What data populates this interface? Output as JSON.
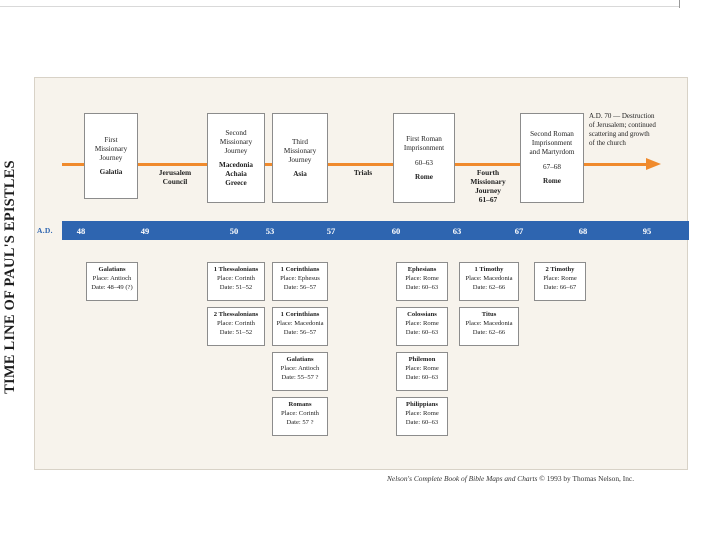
{
  "side_title": "TIME LINE OF PAUL'S EPISTLES",
  "events": [
    {
      "id": "first-missionary-journey",
      "title": "First\nMissionary\nJourney",
      "sub": "Galatia"
    },
    {
      "id": "second-missionary-journey",
      "title": "Second\nMissionary\nJourney",
      "sub": "Macedonia\nAchaia\nGreece"
    },
    {
      "id": "third-missionary-journey",
      "title": "Third\nMissionary\nJourney",
      "sub": "Asia"
    },
    {
      "id": "first-roman-imprisonment",
      "title": "First Roman\nImprisonment",
      "years": "60–63",
      "sub": "Rome"
    },
    {
      "id": "second-roman-imprisonment",
      "title": "Second Roman\nImprisonment\nand Martyrdom",
      "years": "67–68",
      "sub": "Rome"
    }
  ],
  "between_labels": {
    "jerusalem_council": "Jerusalem\nCouncil",
    "trials": "Trials",
    "fourth_journey": "Fourth\nMissionary\nJourney\n61–67"
  },
  "end_note": "A.D. 70 — Destruction\nof Jerusalem; continued\nscattering and growth\nof the church",
  "axis": {
    "era_label": "A.D.",
    "years": [
      "48",
      "49",
      "50",
      "53",
      "57",
      "60",
      "63",
      "67",
      "68",
      "95"
    ]
  },
  "epistles": [
    {
      "id": "galatians-1",
      "name": "Galatians",
      "place": "Place: Antioch",
      "date": "Date: 48–49 (?)"
    },
    {
      "id": "1-thessalonians",
      "name": "1 Thessalonians",
      "place": "Place: Corinth",
      "date": "Date: 51–52"
    },
    {
      "id": "2-thessalonians",
      "name": "2 Thessalonians",
      "place": "Place: Corinth",
      "date": "Date: 51–52"
    },
    {
      "id": "1-corinthians-a",
      "name": "1 Corinthians",
      "place": "Place: Ephesus",
      "date": "Date: 56–57"
    },
    {
      "id": "1-corinthians-b",
      "name": "1 Corinthians",
      "place": "Place: Macedonia",
      "date": "Date: 56–57"
    },
    {
      "id": "galatians-2",
      "name": "Galatians",
      "place": "Place: Antioch",
      "date": "Date: 55–57 ?"
    },
    {
      "id": "romans",
      "name": "Romans",
      "place": "Place: Corinth",
      "date": "Date: 57 ?"
    },
    {
      "id": "ephesians",
      "name": "Ephesians",
      "place": "Place: Rome",
      "date": "Date: 60–63"
    },
    {
      "id": "colossians",
      "name": "Colossians",
      "place": "Place: Rome",
      "date": "Date: 60–63"
    },
    {
      "id": "philemon",
      "name": "Philemon",
      "place": "Place: Rome",
      "date": "Date: 60–63"
    },
    {
      "id": "philippians",
      "name": "Philippians",
      "place": "Place: Rome",
      "date": "Date: 60–63"
    },
    {
      "id": "1-timothy",
      "name": "1 Timothy",
      "place": "Place: Macedonia",
      "date": "Date: 62–66"
    },
    {
      "id": "titus",
      "name": "Titus",
      "place": "Place: Macedonia",
      "date": "Date: 62–66"
    },
    {
      "id": "2-timothy",
      "name": "2 Timothy",
      "place": "Place: Rome",
      "date": "Date: 66–67"
    }
  ],
  "credit": {
    "book": "Nelson's Complete Book of Bible Maps and Charts",
    "copyright": " © 1993 by Thomas Nelson, Inc."
  },
  "colors": {
    "arrow": "#f08a2c",
    "band": "#2e65b0",
    "panel": "#f7f3ec"
  }
}
